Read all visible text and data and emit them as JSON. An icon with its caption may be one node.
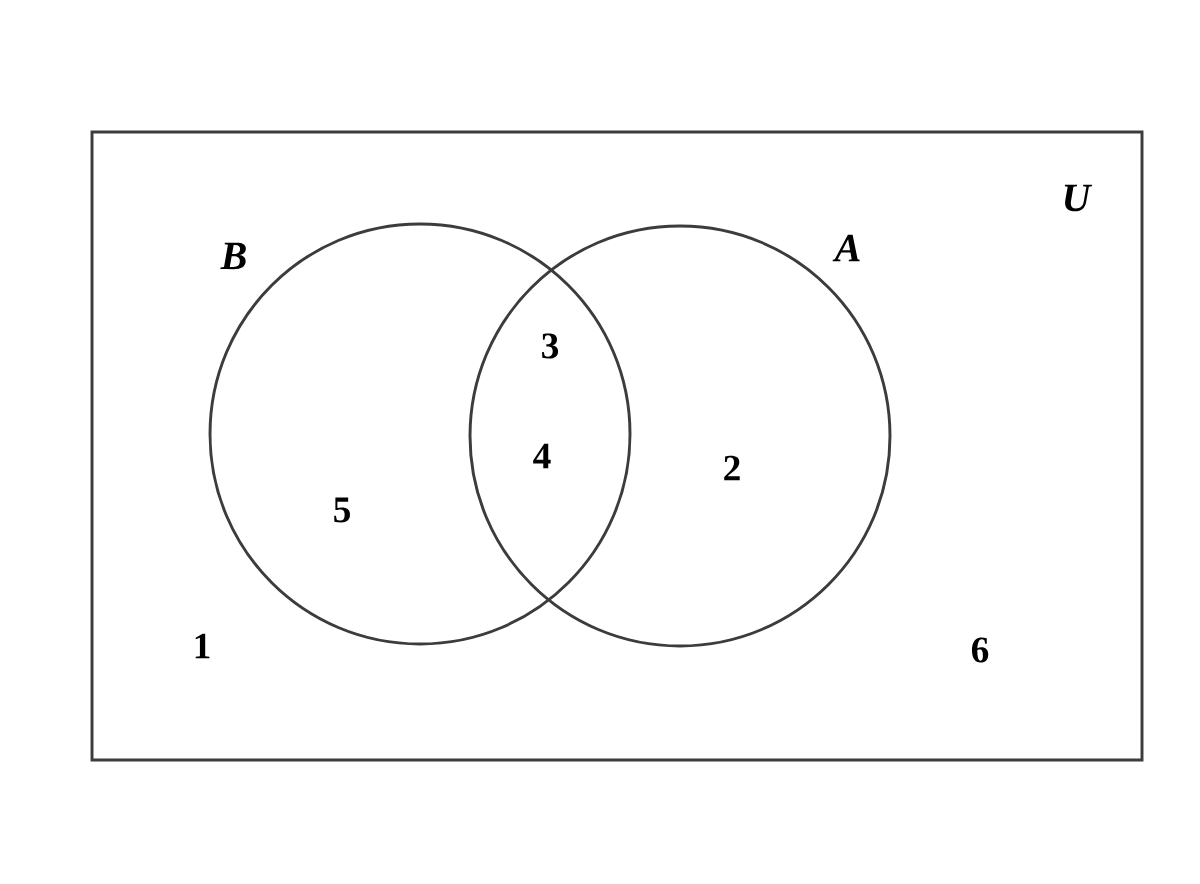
{
  "diagram": {
    "nodes": [
      {
        "text": [
          "U"
        ]
      },
      {
        "text": [
          "B"
        ],
        "in": 0
      },
      {
        "text": [
          "A"
        ],
        "in": 0
      }
    ],
    "labels": [
      "3",
      "4",
      "2",
      "5",
      "1",
      "6"
    ]
  }
}
